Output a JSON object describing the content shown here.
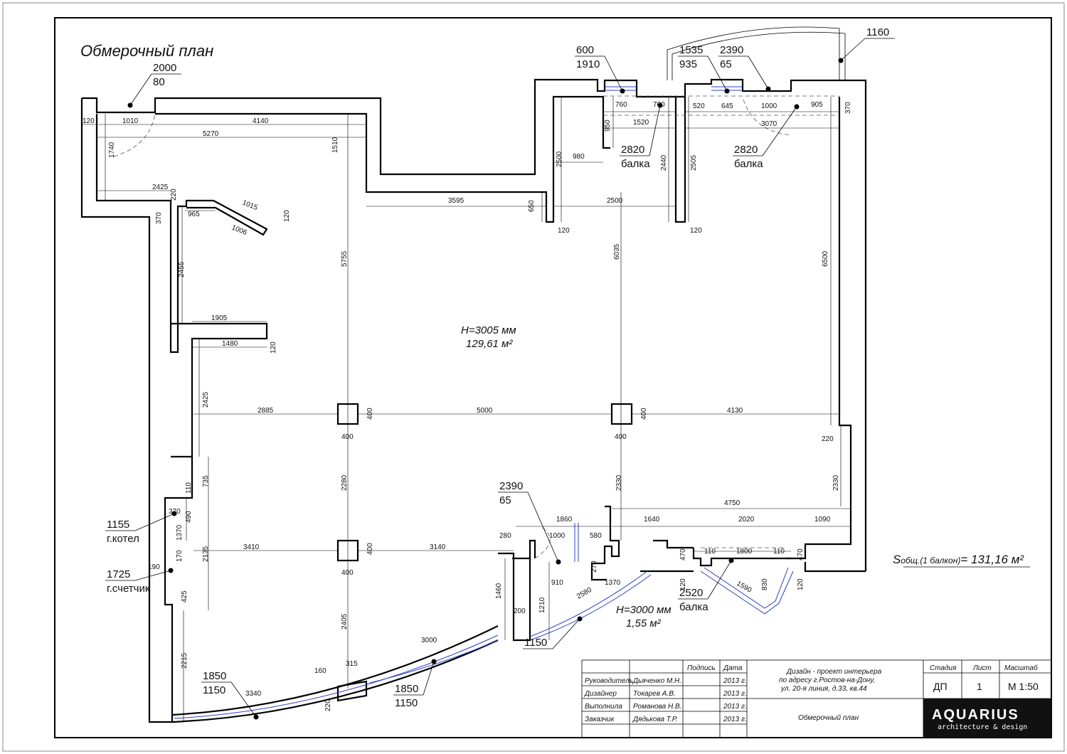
{
  "title": "Обмерочный план",
  "room": {
    "height": "H=3005 мм",
    "area": "129,61 м²"
  },
  "balcony": {
    "height": "H=3000 мм",
    "area": "1,55 м²"
  },
  "total_area": {
    "prefix": "S",
    "sub": "общ.(1 балкон)",
    "value": "= 131,16 м²"
  },
  "callouts": [
    {
      "top": "2000",
      "bottom": "80"
    },
    {
      "top": "600",
      "bottom": "1910"
    },
    {
      "top": "1535",
      "bottom": "935"
    },
    {
      "top": "2390",
      "bottom": "65"
    },
    {
      "top": "1160",
      "bottom": ""
    },
    {
      "top": "2820",
      "bottom": "балка"
    },
    {
      "top": "2820",
      "bottom": "балка"
    },
    {
      "top": "2390",
      "bottom": "65"
    },
    {
      "top": "1155",
      "bottom": "г.котел"
    },
    {
      "top": "1725",
      "bottom": "г.счетчик"
    },
    {
      "top": "2520",
      "bottom": "балка"
    },
    {
      "top": "1150",
      "bottom": ""
    },
    {
      "top": "1850",
      "bottom": "1150"
    },
    {
      "top": "1850",
      "bottom": "1150"
    }
  ],
  "dims": [
    "120",
    "1010",
    "4140",
    "5270",
    "1740",
    "1510",
    "2425",
    "220",
    "1015",
    "965",
    "1006",
    "120",
    "370",
    "3595",
    "650",
    "120",
    "2500",
    "120",
    "5755",
    "6035",
    "6500",
    "2455",
    "1905",
    "1480",
    "120",
    "2425",
    "2885",
    "5000",
    "4130",
    "400",
    "400",
    "400",
    "400",
    "220",
    "2330",
    "2330",
    "735",
    "110",
    "370",
    "490",
    "1370",
    "170",
    "2135",
    "3410",
    "3140",
    "400",
    "400",
    "2280",
    "190",
    "425",
    "2215",
    "2405",
    "160",
    "315",
    "220",
    "3340",
    "3000",
    "1460",
    "200",
    "1210",
    "910",
    "2580",
    "1370",
    "280",
    "1860",
    "1000",
    "580",
    "270",
    "1640",
    "4750",
    "2020",
    "1090",
    "110",
    "1800",
    "110",
    "470",
    "470",
    "120",
    "120",
    "1590",
    "830",
    "760",
    "760",
    "950",
    "1520",
    "980",
    "2500",
    "2440",
    "520",
    "645",
    "1000",
    "905",
    "370",
    "3070",
    "2505"
  ],
  "title_block": {
    "headers": [
      "Подпись",
      "Дата"
    ],
    "rows": [
      {
        "role": "Руководитель",
        "name": "Дьяченко М.Н.",
        "date": "2013 г."
      },
      {
        "role": "Дизайнер",
        "name": "Токарев А.В.",
        "date": "2013 г."
      },
      {
        "role": "Выполнила",
        "name": "Романова Н.В.",
        "date": "2013 г."
      },
      {
        "role": "Заказчик",
        "name": "Дядькова Т.Р.",
        "date": "2013 г."
      }
    ],
    "project": [
      "Дизайн - проект интерьера",
      "по адресу г.Ростов-на-Дону,",
      "ул. 20-я линия, д.33, кв.44"
    ],
    "sheet_title": "Обмерочный план",
    "stage": {
      "label": "Стадия",
      "value": "ДП"
    },
    "sheet": {
      "label": "Лист",
      "value": "1"
    },
    "scale": {
      "label": "Масштаб",
      "value": "М 1:50"
    },
    "logo": {
      "name": "AQUARIUS",
      "tagline": "architecture & design"
    }
  }
}
